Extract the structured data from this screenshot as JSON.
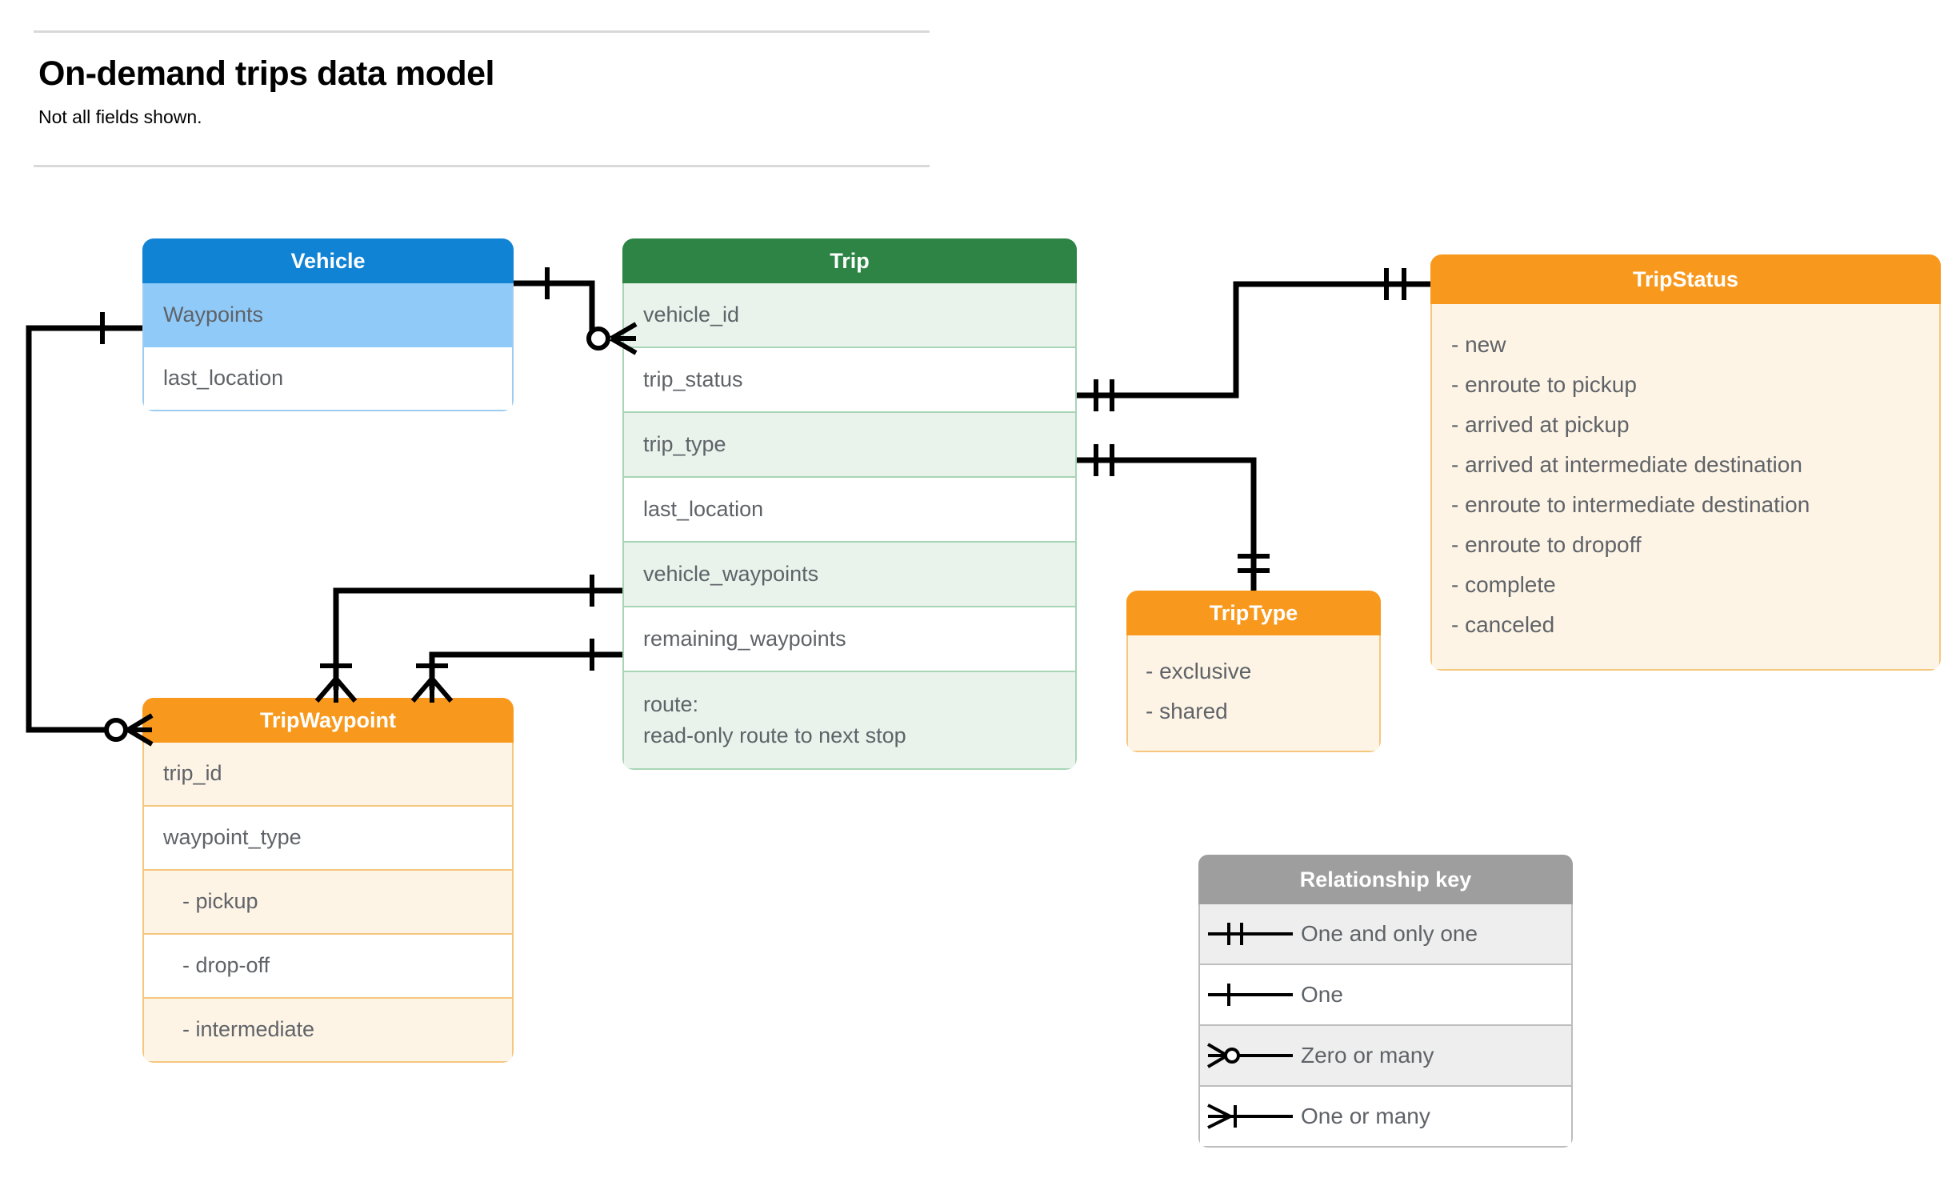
{
  "header": {
    "title": "On-demand trips data model",
    "subtitle": "Not all fields shown."
  },
  "colors": {
    "vehicle_header": "#1183d4",
    "vehicle_tint": "#90caf9",
    "trip_header": "#2d8444",
    "trip_tint": "#e9f3ec",
    "orange_header": "#f8991d",
    "orange_tint": "#fdf4e6",
    "key_header": "#9e9e9e",
    "key_tint": "#eeeeee",
    "text": "#5f6368",
    "connector": "#000000"
  },
  "entities": {
    "vehicle": {
      "name": "Vehicle",
      "rows": [
        {
          "label": "Waypoints"
        },
        {
          "label": "last_location"
        }
      ]
    },
    "trip": {
      "name": "Trip",
      "rows": [
        {
          "label": "vehicle_id"
        },
        {
          "label": "trip_status"
        },
        {
          "label": "trip_type"
        },
        {
          "label": "last_location"
        },
        {
          "label": "vehicle_waypoints"
        },
        {
          "label": "remaining_waypoints"
        },
        {
          "label": "route:\nread-only route to next stop"
        }
      ]
    },
    "tripstatus": {
      "name": "TripStatus",
      "values": [
        "- new",
        "- enroute to pickup",
        "- arrived at pickup",
        "- arrived at intermediate destination",
        "- enroute to intermediate destination",
        "- enroute to dropoff",
        "- complete",
        "- canceled"
      ]
    },
    "triptype": {
      "name": "TripType",
      "values": [
        "- exclusive",
        "- shared"
      ]
    },
    "tripwaypoint": {
      "name": "TripWaypoint",
      "rows": [
        {
          "label": "trip_id"
        },
        {
          "label": "waypoint_type"
        },
        {
          "label": "-  pickup"
        },
        {
          "label": "-  drop-off"
        },
        {
          "label": "-  intermediate"
        }
      ]
    }
  },
  "relationship_key": {
    "title": "Relationship key",
    "items": [
      {
        "symbol": "one-and-only-one",
        "label": "One and only one"
      },
      {
        "symbol": "one",
        "label": "One"
      },
      {
        "symbol": "zero-or-many",
        "label": "Zero or many"
      },
      {
        "symbol": "one-or-many",
        "label": "One or many"
      }
    ]
  },
  "relationships": [
    {
      "from": "Vehicle.Waypoints",
      "from_cardinality": "one",
      "to": "TripWaypoint",
      "to_cardinality": "zero-or-many"
    },
    {
      "from": "Vehicle",
      "from_cardinality": "one",
      "to": "Trip.vehicle_id",
      "to_cardinality": "zero-or-many"
    },
    {
      "from": "Trip.trip_status",
      "from_cardinality": "one-and-only-one",
      "to": "TripStatus",
      "to_cardinality": "one-and-only-one"
    },
    {
      "from": "Trip.trip_type",
      "from_cardinality": "one-and-only-one",
      "to": "TripType",
      "to_cardinality": "one-and-only-one"
    },
    {
      "from": "Trip.vehicle_waypoints",
      "from_cardinality": "one",
      "to": "TripWaypoint",
      "to_cardinality": "one-or-many"
    },
    {
      "from": "Trip.remaining_waypoints",
      "from_cardinality": "one",
      "to": "TripWaypoint",
      "to_cardinality": "one-or-many"
    }
  ]
}
